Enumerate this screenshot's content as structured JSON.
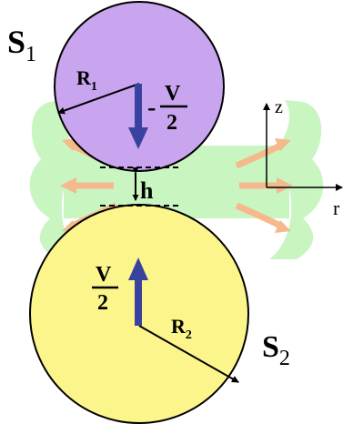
{
  "labels": {
    "sphere1": "S",
    "sphere1_sub": "1",
    "sphere2": "S",
    "sphere2_sub": "2",
    "radius1": "R",
    "radius1_sub": "1",
    "radius2": "R",
    "radius2_sub": "2",
    "velocity_top_sign": "-",
    "velocity_top_num": "V",
    "velocity_top_den": "2",
    "velocity_bottom_num": "V",
    "velocity_bottom_den": "2",
    "gap": "h",
    "axis_z": "z",
    "axis_r": "r"
  },
  "colors": {
    "sphere1_fill": "#c9a5f0",
    "sphere2_fill": "#fbf58c",
    "fluid": "#c9f5c1",
    "flow_arrows": "#f5b98d",
    "velocity_arrow": "#3a42a0",
    "outline": "#000000"
  }
}
